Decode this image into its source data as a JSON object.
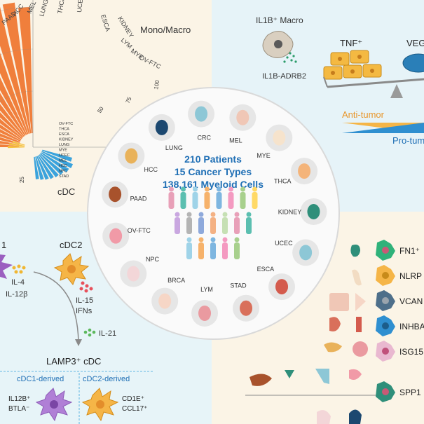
{
  "top_left": {
    "group1": "Mono/Macro",
    "group2": "cDC",
    "cancer_labels": [
      "PAAD",
      "HCC",
      "MEL",
      "LUNG",
      "THCA",
      "UCEC",
      "ESCA",
      "KIDNEY",
      "LYM",
      "MYE",
      "OV-FTC"
    ],
    "axis_ticks": [
      "100",
      "75",
      "50",
      "25"
    ],
    "small_labels": [
      "OV-FTC",
      "THCA",
      "ESCA",
      "KIDNEY",
      "LUNG",
      "MYE",
      "UCEC",
      "MEL",
      "HCC",
      "NPC",
      "STAD"
    ],
    "orange": "#f07f3c",
    "blue": "#3ba3dc",
    "yellow": "#f5c242"
  },
  "top_right": {
    "macro_label": "IL1B⁺ Macro",
    "pathway_label": "IL1B-ADRB2",
    "tnf_label": "TNF⁺",
    "vegf_label": "VEG",
    "anti_tumor": "Anti-tumor",
    "pro_tumor": "Pro-tum"
  },
  "center": {
    "line1": "210 Patients",
    "line2": "15 Cancer Types",
    "line3": "138,161 Myeloid Cells",
    "organs": [
      "CRC",
      "MEL",
      "MYE",
      "THCA",
      "KIDNEY",
      "UCEC",
      "ESCA",
      "STAD",
      "LYM",
      "BRCA",
      "NPC",
      "OV-FTC",
      "PAAD",
      "HCC",
      "LUNG"
    ],
    "accent": "#1f6fb5"
  },
  "bottom_left": {
    "cdc1_partial": "1",
    "cdc2_label": "cDC2",
    "il4": "IL-4",
    "il12b": "IL-12β",
    "il15": "IL-15",
    "ifns": "IFNs",
    "il21": "IL-21",
    "lamp3": "LAMP3⁺ cDC",
    "cdc1_derived": "cDC1-derived",
    "cdc2_derived": "cDC2-derived",
    "il12b_pos": "IL12B⁺",
    "btla_neg": "BTLA⁻",
    "cd1e": "CD1E⁺",
    "ccl17": "CCL17⁺"
  },
  "bottom_right": {
    "markers": [
      "FN1⁺",
      "NLRP",
      "VCAN",
      "INHBA",
      "ISG15",
      "SPP1"
    ]
  }
}
